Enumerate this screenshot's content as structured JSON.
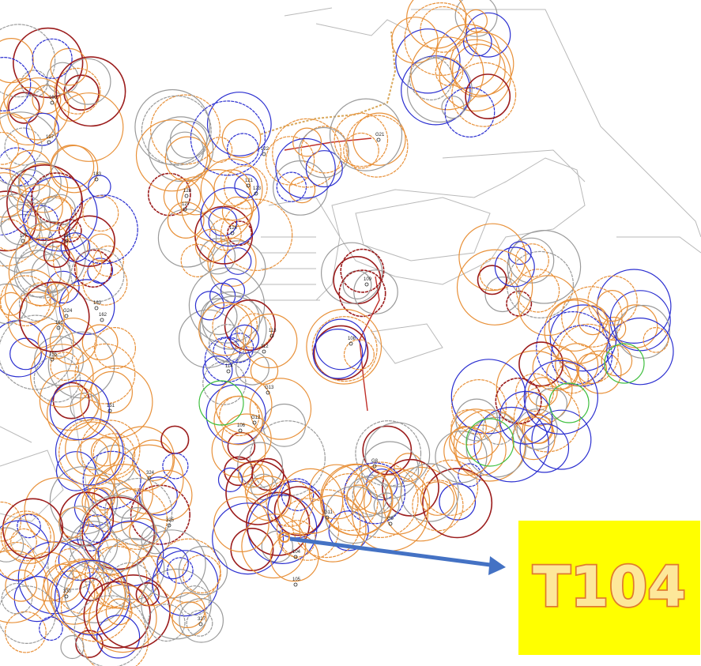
{
  "callout": {
    "label": "T104",
    "background_color": "#ffff00",
    "text_fill_color": "#fde89a",
    "text_outline_color": "#e07a2e"
  },
  "arrow": {
    "color": "#4472c4",
    "points_to": "T104"
  },
  "palette": {
    "orange": "#e8913a",
    "blue": "#2b2fd0",
    "dark_red": "#9b1c1c",
    "gray": "#9a9a9a",
    "green": "#3fbf3f",
    "site_lines": "#b9b9b9",
    "hedge": "#d9a85c",
    "path_red": "#c0302a"
  },
  "tree_tags": [
    "104",
    "105",
    "106",
    "108",
    "109",
    "112",
    "113",
    "114",
    "121",
    "122",
    "123",
    "124",
    "127",
    "128",
    "151",
    "155",
    "161",
    "162",
    "163",
    "177",
    "181",
    "183",
    "190",
    "197",
    "324",
    "325",
    "327",
    "330",
    "G21",
    "G13",
    "G12",
    "G11",
    "G8",
    "G9",
    "G24"
  ]
}
